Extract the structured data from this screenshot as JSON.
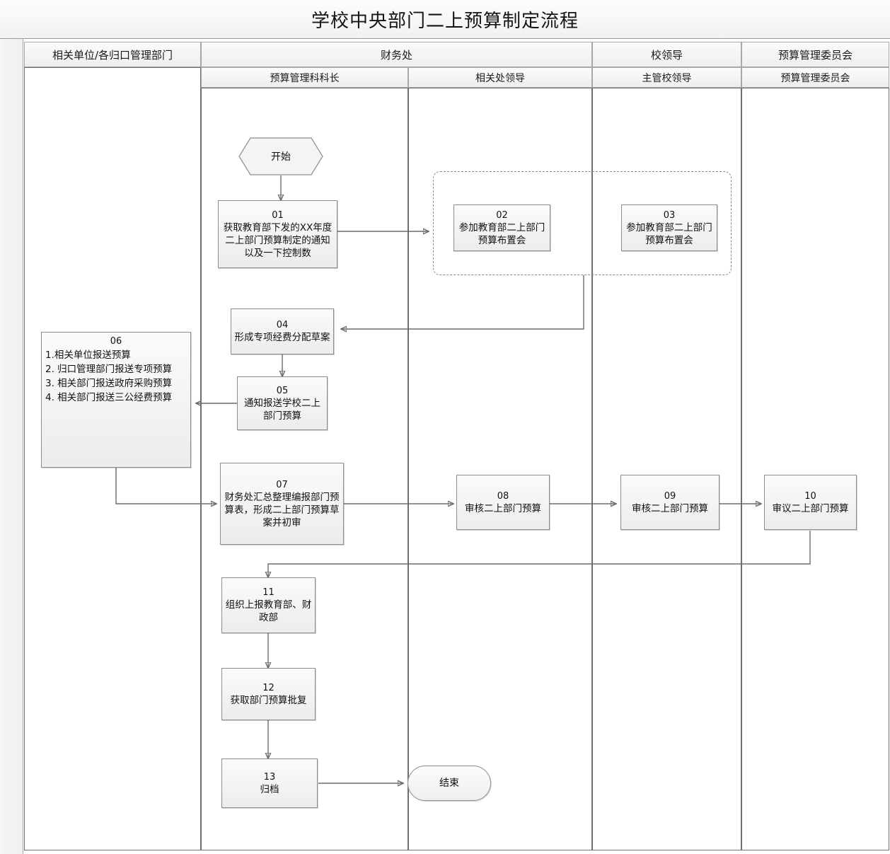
{
  "title": "学校中央部门二上预算制定流程",
  "lanes": {
    "top": [
      {
        "label": "相关单位/各归口管理部门"
      },
      {
        "label": "财务处"
      },
      {
        "label": "校领导"
      },
      {
        "label": "预算管理委员会"
      }
    ],
    "sub": [
      {
        "label": "预算管理科科长"
      },
      {
        "label": "相关处领导"
      },
      {
        "label": "主管校领导"
      },
      {
        "label": "预算管理委员会"
      }
    ]
  },
  "nodes": {
    "start": {
      "label": "开始",
      "shape": "hexagon"
    },
    "end": {
      "label": "结束",
      "shape": "pill"
    },
    "n01": {
      "num": "01",
      "text": "获取教育部下发的XX年度二上部门预算制定的通知以及一下控制数"
    },
    "n02": {
      "num": "02",
      "text": "参加教育部二上部门预算布置会"
    },
    "n03": {
      "num": "03",
      "text": "参加教育部二上部门预算布置会"
    },
    "n04": {
      "num": "04",
      "text": "形成专项经费分配草案"
    },
    "n05": {
      "num": "05",
      "text": "通知报送学校二上部门预算"
    },
    "n06": {
      "num": "06",
      "text": "1.相关单位报送预算\n2. 归口管理部门报送专项预算\n3. 相关部门报送政府采购预算\n4. 相关部门报送三公经费预算"
    },
    "n07": {
      "num": "07",
      "text": "财务处汇总整理编报部门预算表，形成二上部门预算草案并初审"
    },
    "n08": {
      "num": "08",
      "text": "审核二上部门预算"
    },
    "n09": {
      "num": "09",
      "text": "审核二上部门预算"
    },
    "n10": {
      "num": "10",
      "text": "审议二上部门预算"
    },
    "n11": {
      "num": "11",
      "text": "组织上报教育部、财政部"
    },
    "n12": {
      "num": "12",
      "text": "获取部门预算批复"
    },
    "n13": {
      "num": "13",
      "text": "归档"
    }
  },
  "colors": {
    "node_border": "#8d8d8d",
    "node_fill": "#f2f2f2",
    "lane_border": "#6f6f6f",
    "header_fill": "#f0f0f0",
    "connector": "#6b6b6b",
    "text": "#111111"
  }
}
